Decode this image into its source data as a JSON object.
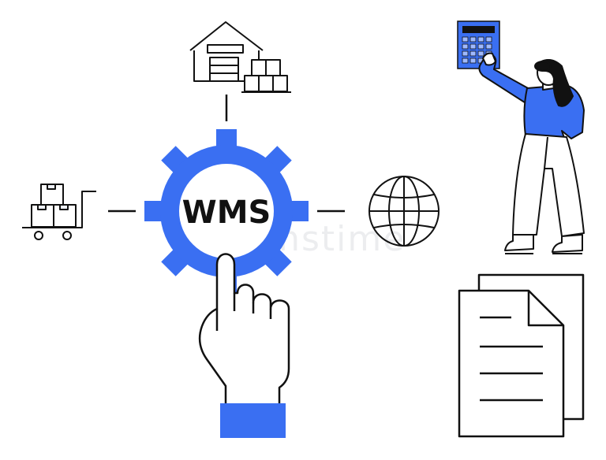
{
  "center": {
    "label": "WMS"
  },
  "watermark": {
    "text": "dreamstime"
  },
  "colors": {
    "accent": "#3a6ff2",
    "stroke": "#111111",
    "background": "#ffffff"
  },
  "icons": [
    "warehouse-icon",
    "hand-truck-icon",
    "globe-icon",
    "gear-icon",
    "pointing-hand-icon",
    "calculator-icon",
    "woman-figure",
    "documents-icon"
  ]
}
